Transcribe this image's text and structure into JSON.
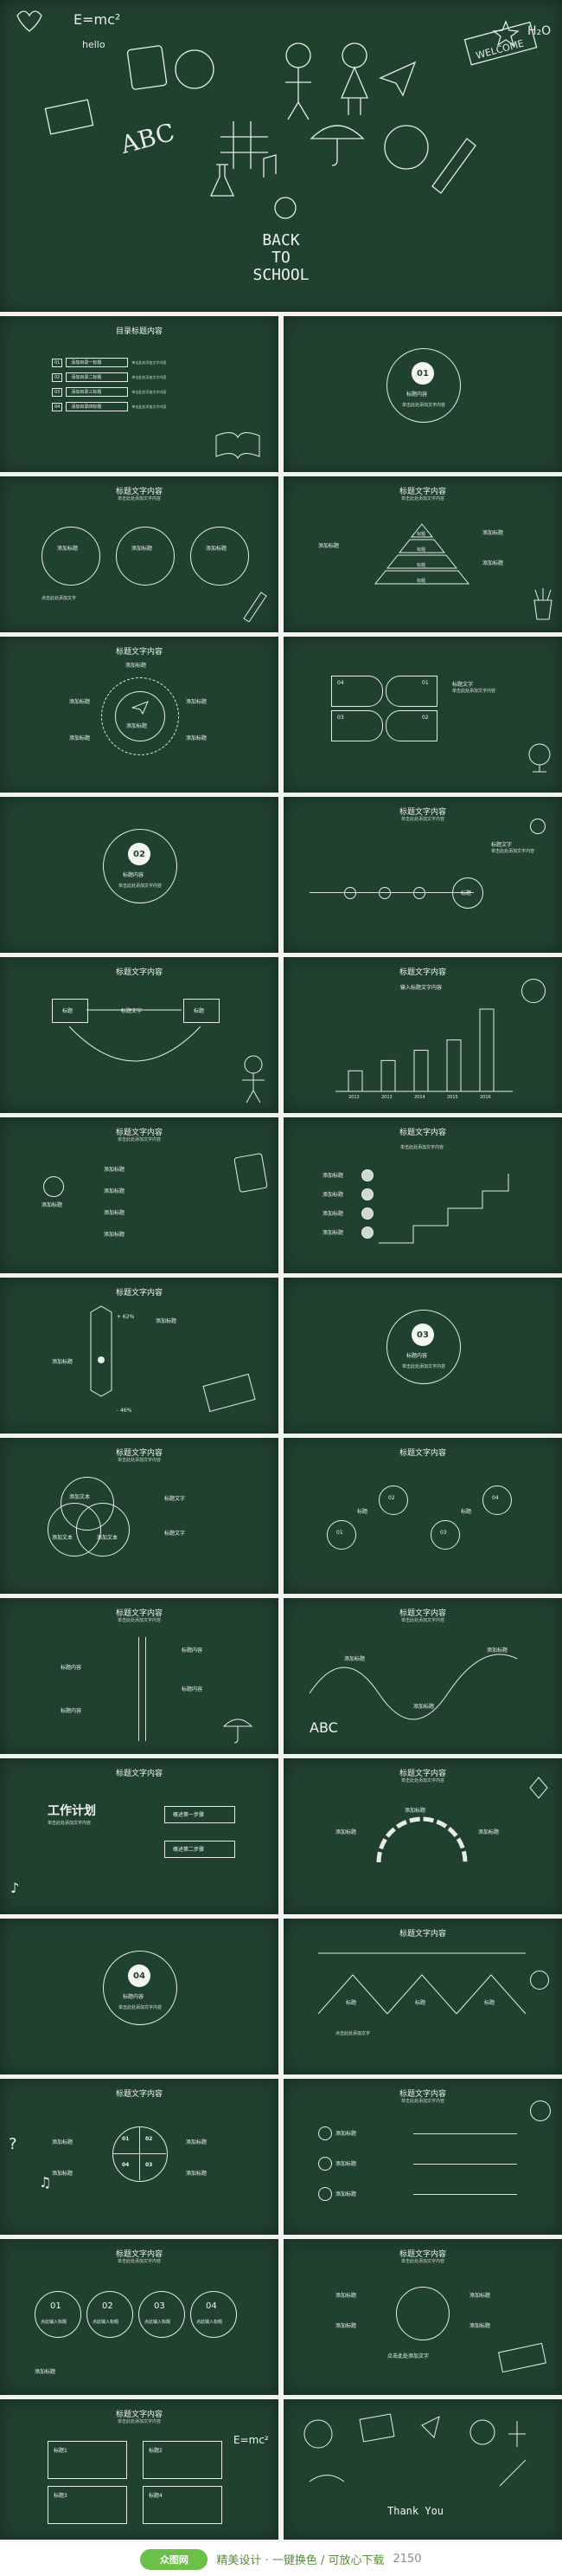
{
  "cover": {
    "title_lines": [
      "BACK",
      "TO",
      "SCHOOL"
    ],
    "doodles": [
      "E=mc²",
      "ABC",
      "hello",
      "WELCOME",
      "H₂O"
    ]
  },
  "toc": {
    "title": "目录标题内容",
    "items": [
      {
        "num": "01",
        "label": "添加目录一标题"
      },
      {
        "num": "02",
        "label": "添加目录二标题"
      },
      {
        "num": "03",
        "label": "添加目录三标题"
      },
      {
        "num": "04",
        "label": "添加目录四标题"
      }
    ],
    "desc": "单击此处添加文字内容"
  },
  "section01": {
    "num": "01",
    "label": "标题内容"
  },
  "section02": {
    "num": "02",
    "label": "标题内容"
  },
  "section03": {
    "num": "03",
    "label": "标题内容"
  },
  "section04": {
    "num": "04",
    "label": "标题内容"
  },
  "common": {
    "slide_title": "标题文字内容",
    "slide_sub": "单击此处添加文字内容",
    "add_title": "添加标题",
    "title_text": "标题文字",
    "title_content": "标题内容",
    "title": "标题",
    "add_text": "添加文本",
    "click_add": "点击此处添加文字"
  },
  "s3": {
    "circles": [
      "添加标题",
      "添加标题",
      "添加标题"
    ]
  },
  "s4": {
    "levels": [
      "标题",
      "标题",
      "标题",
      "标题"
    ]
  },
  "s5": {
    "center": "添加标题"
  },
  "s6": {
    "boxes": [
      "04",
      "01",
      "03",
      "02"
    ]
  },
  "s10": {
    "subtitle": "输入标题文字内容",
    "years": [
      "2012",
      "2013",
      "2014",
      "2015",
      "2016"
    ],
    "values": [
      2,
      3,
      4,
      5,
      8
    ]
  },
  "s13": {
    "percent_up": "+ 62%",
    "percent_down": "- 46%"
  },
  "s19": {
    "left_title": "工作计划",
    "items": [
      "概述第一步骤",
      "概述第二步骤"
    ]
  },
  "s23": {
    "nums": [
      "01",
      "02",
      "04",
      "03"
    ]
  },
  "s25": {
    "nums": [
      "01",
      "02",
      "03",
      "04"
    ],
    "label": "点此输入标题"
  },
  "s27": {
    "items": [
      "标题1",
      "标题2",
      "标题3",
      "标题4"
    ]
  },
  "thanks": {
    "text": "Thank You"
  },
  "footer": {
    "logo": "众图网",
    "text": "精美设计 · 一键换色 / 可放心下载",
    "number": "2150"
  }
}
